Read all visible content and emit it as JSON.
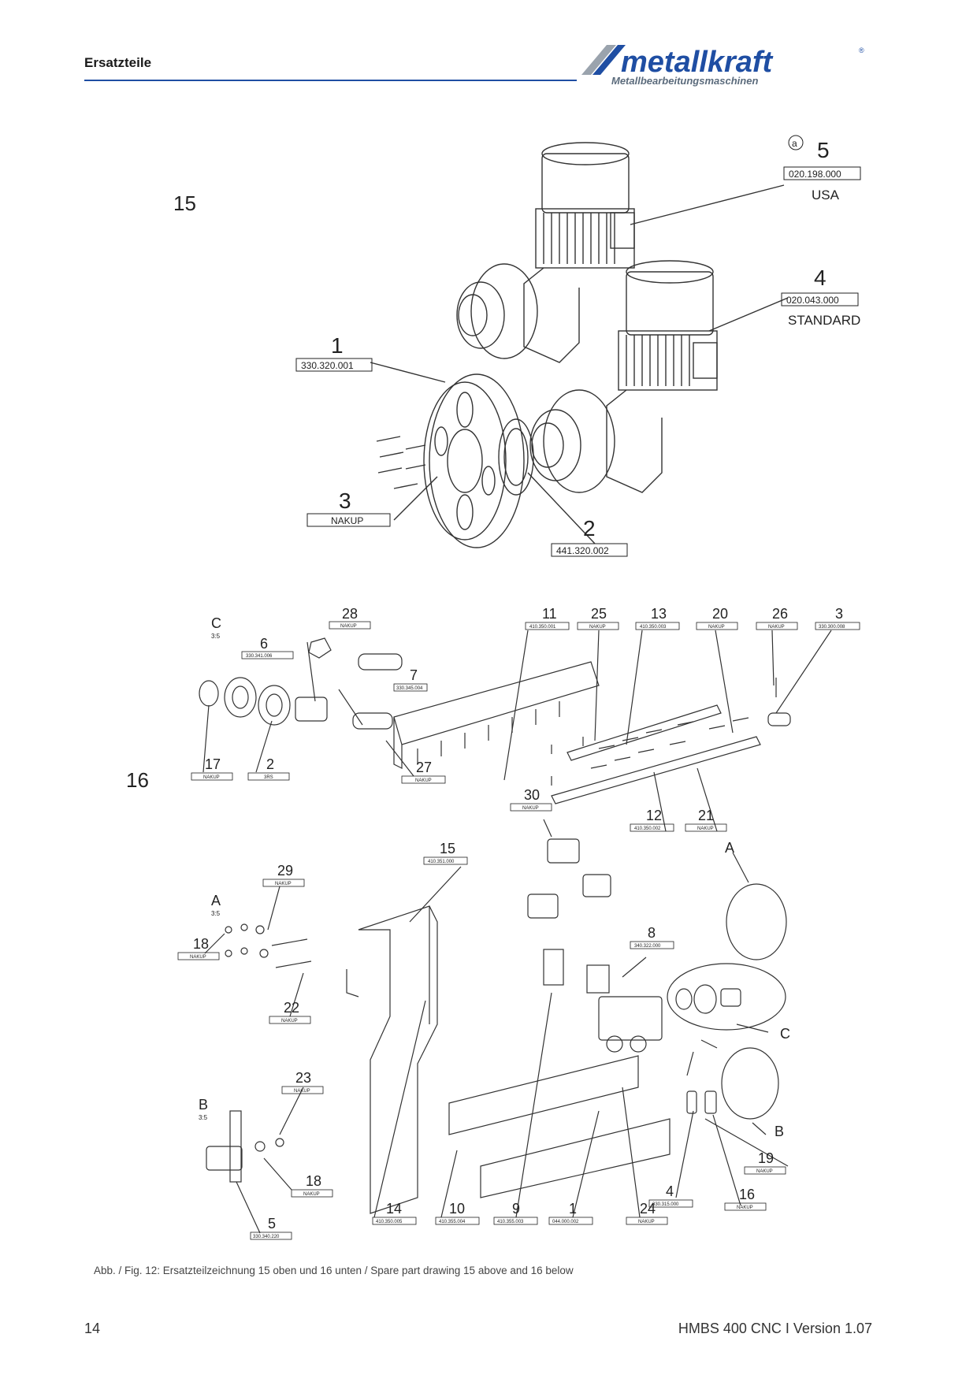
{
  "header": {
    "title": "Ersatzteile"
  },
  "logo": {
    "brand": "metallkraft",
    "tagline": "Metallbearbeitungsmaschinen"
  },
  "figure15": {
    "label": "15",
    "callouts": [
      {
        "num": "1",
        "part": "330.320.001"
      },
      {
        "num": "2",
        "part": "441.320.002"
      },
      {
        "num": "3",
        "part": "NAKUP"
      },
      {
        "num": "4",
        "part": "020.043.000",
        "note": "STANDARD"
      },
      {
        "num": "5",
        "part": "020.198.000",
        "note": "USA",
        "mark": "a"
      }
    ]
  },
  "figure16": {
    "label": "16",
    "detail_c": {
      "letter": "C",
      "scale": "3:5"
    },
    "detail_a": {
      "letter": "A",
      "scale": "3:5"
    },
    "detail_b": {
      "letter": "B",
      "scale": "3:5"
    },
    "callouts": [
      {
        "num": "28",
        "part": "NAKUP"
      },
      {
        "num": "6",
        "part": "330.341.006"
      },
      {
        "num": "7",
        "part": "330.345.004"
      },
      {
        "num": "17",
        "part": "NAKUP"
      },
      {
        "num": "2",
        "part": "3RS"
      },
      {
        "num": "27",
        "part": "NAKUP"
      },
      {
        "num": "11",
        "part": "410.350.001"
      },
      {
        "num": "25",
        "part": "NAKUP"
      },
      {
        "num": "13",
        "part": "410.350.003"
      },
      {
        "num": "20",
        "part": "NAKUP"
      },
      {
        "num": "26",
        "part": "NAKUP"
      },
      {
        "num": "3",
        "part": "330.300.008"
      },
      {
        "num": "12",
        "part": "410.350.002"
      },
      {
        "num": "21",
        "part": "NAKUP"
      },
      {
        "num": "30",
        "part": "NAKUP"
      },
      {
        "num": "15",
        "part": "410.351.000"
      },
      {
        "num": "29",
        "part": "NAKUP"
      },
      {
        "num": "18",
        "part": "NAKUP"
      },
      {
        "num": "22",
        "part": "NAKUP"
      },
      {
        "num": "8",
        "part": "340.322.000"
      },
      {
        "num": "23",
        "part": "NAKUP"
      },
      {
        "num": "18",
        "part": "NAKUP"
      },
      {
        "num": "5",
        "part": "330.340.220"
      },
      {
        "num": "19",
        "part": "NAKUP"
      },
      {
        "num": "4",
        "part": "330.315.000"
      },
      {
        "num": "16",
        "part": "NAKUP"
      },
      {
        "num": "14",
        "part": "410.350.005"
      },
      {
        "num": "10",
        "part": "410.355.004"
      },
      {
        "num": "9",
        "part": "410.355.003"
      },
      {
        "num": "1",
        "part": "044.000.002"
      },
      {
        "num": "24",
        "part": "NAKUP"
      }
    ]
  },
  "caption": "Abb. / Fig. 12: Ersatzteilzeichnung 15 oben und 16 unten / Spare part drawing 15 above and 16 below",
  "footer": {
    "page": "14",
    "document": "HMBS 400 CNC I Version 1.07"
  }
}
